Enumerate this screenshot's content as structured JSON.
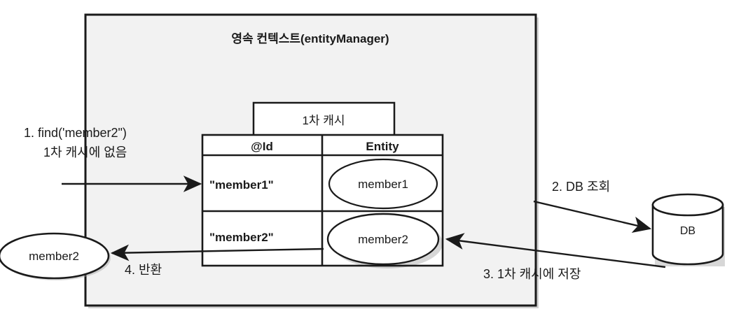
{
  "diagram": {
    "title": "영속 컨텍스트(entityManager)",
    "colors": {
      "context_fill": "#f2f2f2",
      "stroke": "#1a1a1a",
      "shape_fill": "#ffffff",
      "shadow": "#9a9a9a",
      "page_background": "#ffffff"
    },
    "persistence_context": {
      "label": "영속 컨텍스트(entityManager)",
      "name": "persistence-context-box"
    },
    "first_level_cache": {
      "tab_label": "1차 캐시",
      "columns": [
        "@Id",
        "Entity"
      ],
      "rows": [
        {
          "id": "\"member1\"",
          "entity": "member1"
        },
        {
          "id": "\"member2\"",
          "entity": "member2"
        }
      ]
    },
    "database": {
      "label": "DB"
    },
    "returned_entity": {
      "label": "member2"
    },
    "steps": [
      {
        "number": "1",
        "lines": [
          "1. find('member2\")",
          "1차 캐시에 없음"
        ]
      },
      {
        "number": "2",
        "lines": [
          "2. DB 조회"
        ]
      },
      {
        "number": "3",
        "lines": [
          "3. 1차 캐시에 저장"
        ]
      },
      {
        "number": "4",
        "lines": [
          "4. 반환"
        ]
      }
    ],
    "step1_line1": "1. find('member2\")",
    "step1_line2": "1차 캐시에 없음",
    "step2_label": "2. DB 조회",
    "step3_label": "3. 1차 캐시에 저장",
    "step4_label": "4. 반환"
  }
}
